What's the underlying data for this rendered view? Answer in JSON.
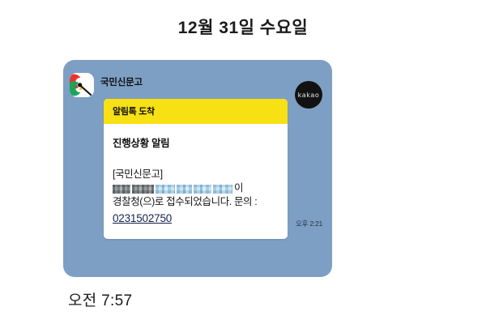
{
  "date_header": {
    "text": "12월 31일 수요일"
  },
  "conversation": {
    "sender": {
      "name": "국민신문고",
      "avatar_icon": "government-petition-swirl-icon"
    },
    "brand_badge": {
      "label": "kakao"
    },
    "message": {
      "header_label": "알림톡 도착",
      "subject": "진행상황 알림",
      "body": {
        "line1": "[국민신문고]",
        "redacted_suffix": "이",
        "line3": "경찰청(으)로 접수되었습니다. 문의 :",
        "phone": "0231502750"
      },
      "time": "오후 2:21"
    }
  },
  "bottom_time": {
    "text": "오전 7:57"
  },
  "colors": {
    "chat_background": "#7e9fc4",
    "card_header_yellow": "#f7e014",
    "card_body_white": "#ffffff",
    "badge_black": "#121212",
    "page_background": "#ffffff",
    "link_navy": "#15224a"
  }
}
